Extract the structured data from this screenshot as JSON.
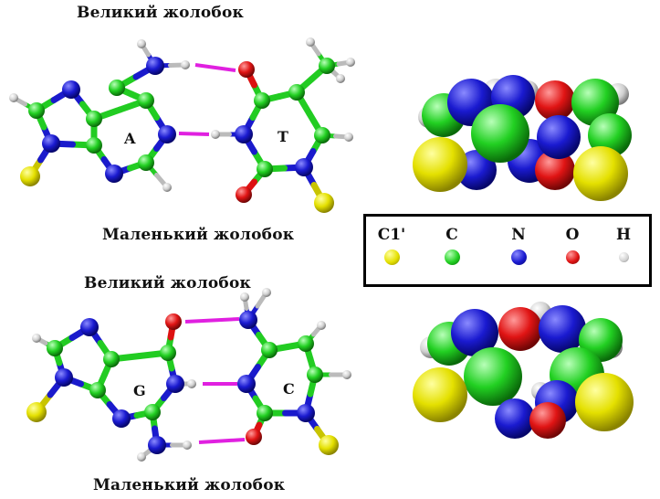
{
  "labels": {
    "major_groove_top": "Великий жолобок",
    "minor_groove_top": "Маленький жолобок",
    "major_groove_bottom": "Великий жолобок",
    "minor_groove_bottom": "Маленький жолобок"
  },
  "pairs": [
    {
      "left_base": "A",
      "right_base": "T"
    },
    {
      "left_base": "G",
      "right_base": "C"
    }
  ],
  "legend": {
    "items": [
      {
        "label": "C1'",
        "color": "#d8d400"
      },
      {
        "label": "C",
        "color": "#22cc22"
      },
      {
        "label": "N",
        "color": "#1a1acc"
      },
      {
        "label": "O",
        "color": "#dd1111"
      },
      {
        "label": "H",
        "color": "#cccccc"
      }
    ]
  },
  "colors": {
    "C1'": "#d8d400",
    "C": "#22cc22",
    "N": "#1a1acc",
    "O": "#dd1111",
    "H": "#cccccc",
    "hbond": "#e020e0"
  }
}
